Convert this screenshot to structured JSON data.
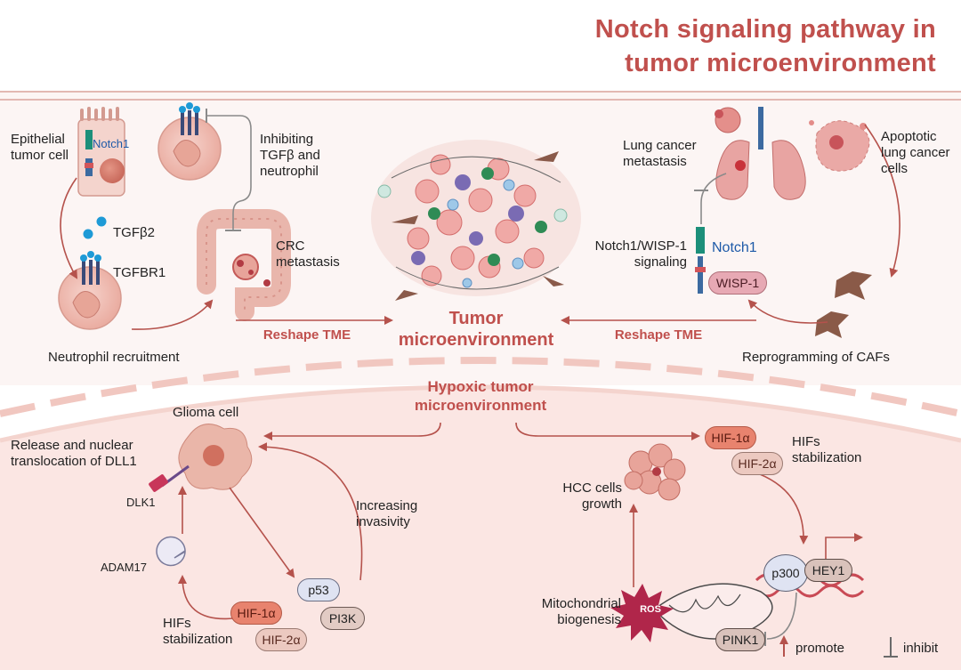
{
  "title": {
    "line1": "Notch signaling pathway in",
    "line2": "tumor microenvironment"
  },
  "upper": {
    "epithelial_line1": "Epithelial",
    "epithelial_line2": "tumor cell",
    "notch1": "Notch1",
    "tgfb2": "TGFβ2",
    "tgfbr1": "TGFBR1",
    "neutrophil_recruitment": "Neutrophil recruitment",
    "inhibiting_line1": "Inhibiting",
    "inhibiting_line2": "TGFβ and",
    "inhibiting_line3": "neutrophil",
    "crc_line1": "CRC",
    "crc_line2": "metastasis",
    "reshape_left": "Reshape TME",
    "tme_line1": "Tumor",
    "tme_line2": "microenvironment",
    "reshape_right": "Reshape TME",
    "lung_line1": "Lung cancer",
    "lung_line2": "metastasis",
    "apoptotic_line1": "Apoptotic",
    "apoptotic_line2": "lung cancer",
    "apoptotic_line3": "cells",
    "notch_wisp_line1": "Notch1/WISP-1",
    "notch_wisp_line2": "signaling",
    "notch1_right": "Notch1",
    "wisp1": "WISP-1",
    "reprogramming": "Reprogramming of CAFs"
  },
  "lower": {
    "hypoxic_line1": "Hypoxic tumor",
    "hypoxic_line2": "microenvironment",
    "glioma": "Glioma cell",
    "release_line1": "Release and nuclear",
    "release_line2": "translocation of DLL1",
    "dlk1": "DLK1",
    "adam17": "ADAM17",
    "hifs_left_line1": "HIFs",
    "hifs_left_line2": "stabilization",
    "hif1a_left": "HIF-1α",
    "hif2a_left": "HIF-2α",
    "p53": "p53",
    "pi3k": "PI3K",
    "invasivity_line1": "Increasing",
    "invasivity_line2": "invasivity",
    "hif1a_right": "HIF-1α",
    "hif2a_right": "HIF-2α",
    "hifs_right_line1": "HIFs",
    "hifs_right_line2": "stabilization",
    "hcc_line1": "HCC cells",
    "hcc_line2": "growth",
    "p300": "p300",
    "hey1": "HEY1",
    "mito_line1": "Mitochondrial",
    "mito_line2": "biogenesis",
    "ros": "ROS",
    "pink1": "PINK1"
  },
  "legend": {
    "promote": "promote",
    "inhibit": "inhibit"
  },
  "colors": {
    "accent_red": "#c0504d",
    "arrow_red": "#b5524c",
    "notch_teal": "#1c8f7a",
    "notch_blue": "#1e5aa8",
    "inhibit_gray": "#8a8a8a",
    "lower_bg": "#fbe9e7"
  }
}
